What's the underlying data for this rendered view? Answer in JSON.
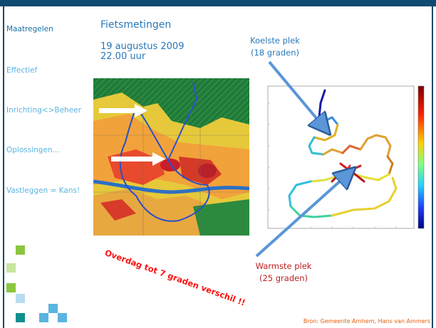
{
  "nav": {
    "items": [
      "Maatregelen",
      "Effectief",
      "Inrichting<>Beheer",
      "Oplossingen...",
      "Vastleggen = Kans!"
    ]
  },
  "header": {
    "title": "Fietsmetingen",
    "date": "19 augustus 2009",
    "time": "22.00 uur"
  },
  "annotations": {
    "cool_title": "Koelste plek",
    "cool_sub": "(18 graden)",
    "warm_title": "Warmste plek",
    "warm_sub": "(25 graden)",
    "difference": "Overdag tot 7 graden verschil !!"
  },
  "source": "Bron: Gemeente Arnhem, Hans van Ammers",
  "colors": {
    "title_blue": "#2a78b8",
    "nav_blue": "#5ab4e0",
    "accent_red": "#ff1010",
    "bar_navy": "#0f4a70",
    "square_green": "#8cc63f",
    "square_blue": "#5ab4e0",
    "square_teal": "#0f8f8f"
  }
}
